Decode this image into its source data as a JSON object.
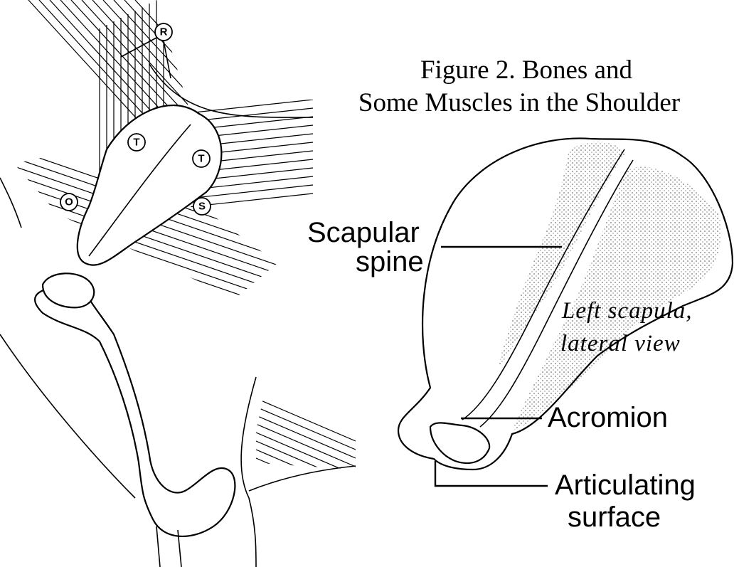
{
  "figure": {
    "title_line1": "Figure 2. Bones and",
    "title_line2": "Some Muscles in the Shoulder"
  },
  "left_drawing": {
    "markers": [
      "R",
      "T",
      "T",
      "O",
      "S"
    ]
  },
  "right_drawing": {
    "caption_line1": "Left scapula,",
    "caption_line2": "lateral view"
  },
  "labels": {
    "scapular_spine_line1": "Scapular",
    "scapular_spine_line2": "spine",
    "acromion": "Acromion",
    "articulating_line1": "Articulating",
    "articulating_line2": "surface"
  }
}
